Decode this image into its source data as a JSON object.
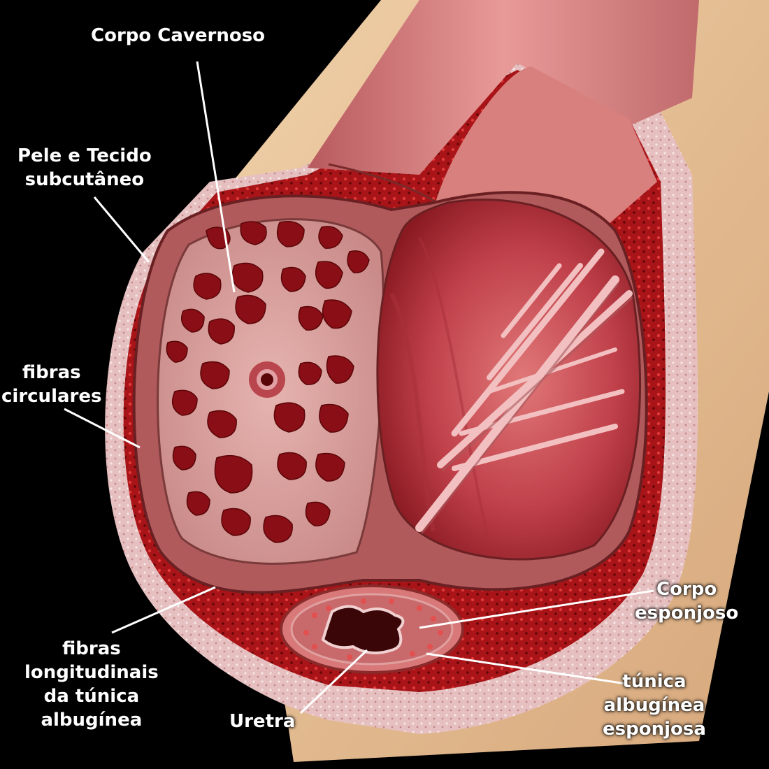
{
  "labels": {
    "corpo_cavernoso": "Corpo Cavernoso",
    "pele_tecido": "Pele e Tecido\nsubcutâneo",
    "fibras_circulares": "fibras\ncirculares",
    "fibras_longitudinais": "fibras\nlongitudinais\nda túnica\nalbugínea",
    "uretra": "Uretra",
    "corpo_esponjoso": "Corpo\nesponjoso",
    "tunica_esponjosa": "túnica\nalbugínea\nesponjosa"
  },
  "colors": {
    "background": "#000000",
    "skin": "#e8c49a",
    "blood_red": "#8b0a0a",
    "tissue_pink": "#d98a8a",
    "label": "#ffffff"
  }
}
